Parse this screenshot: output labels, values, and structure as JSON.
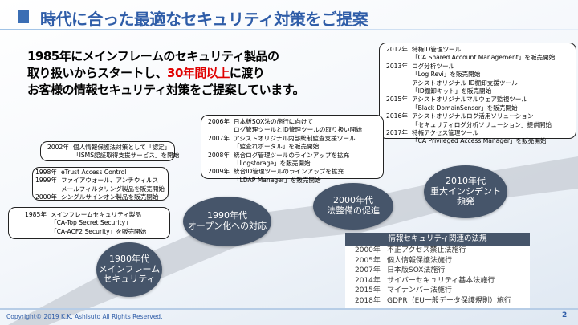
{
  "header": {
    "title": "時代に合った最適なセキュリティ対策をご提案"
  },
  "intro": {
    "line1": "1985年にメインフレームのセキュリティ製品の",
    "line2_pre": "取り扱いからスタートし、",
    "line2_red": "30年間以上",
    "line2_post": "に渡り",
    "line3": "お客様の情報セキュリティ対策をご提案しています。"
  },
  "box_2012": [
    {
      "year": "2012年",
      "text": "特権ID管理ツール"
    },
    {
      "year": "",
      "text": "「CA Shared Account Management」を販売開始"
    },
    {
      "year": "2013年",
      "text": "ログ分析ツール"
    },
    {
      "year": "",
      "text": "「Log Revi」を販売開始"
    },
    {
      "year": "",
      "text": " アシストオリジナル ID棚卸支援ツール"
    },
    {
      "year": "",
      "text": "「ID棚卸キット」を販売開始"
    },
    {
      "year": "2015年",
      "text": "アシストオリジナルマルウェア監視ツール"
    },
    {
      "year": "",
      "text": "「Black DomainSensor」を販売開始"
    },
    {
      "year": "2016年",
      "text": "アシストオリジナルログ活用ソリューション"
    },
    {
      "year": "",
      "text": "「セキュリティログ分析ソリューション」提供開始"
    },
    {
      "year": "2017年",
      "text": "特権アクセス管理ツール"
    },
    {
      "year": "",
      "text": "「CA Privileged Access Manager」を販売開始"
    }
  ],
  "box_2006": [
    {
      "year": "2006年",
      "text": "日本版SOX法の施行に向けて"
    },
    {
      "year": "",
      "text": "ログ管理ツールとID管理ツールの取り扱い開始"
    },
    {
      "year": "2007年",
      "text": "アシストオリジナル内部統制監査支援ツール"
    },
    {
      "year": "",
      "text": "「監査れポータル」を販売開始"
    },
    {
      "year": "2008年",
      "text": "統合ログ管理ツールのラインアップを拡充"
    },
    {
      "year": "",
      "text": "「Logstorage」を販売開始"
    },
    {
      "year": "2009年",
      "text": "統合ID管理ツールのラインアップを拡充"
    },
    {
      "year": "",
      "text": "「LDAP Manager」を販売開始"
    }
  ],
  "box_2002": [
    {
      "year": "2002年",
      "text": "個人情報保護法対策として「認定」"
    },
    {
      "year": "",
      "text": "「ISMS認証取得支援サービス」を開始"
    }
  ],
  "box_1998": [
    {
      "year": "1998年",
      "text": "eTrust Access Control"
    },
    {
      "year": "1999年",
      "text": "ファイアウォール、アンチウィルス"
    },
    {
      "year": "",
      "text": "メールフィルタリング製品を販売開始"
    },
    {
      "year": "2000年",
      "text": "シングルサインオン製品を販売開始"
    }
  ],
  "box_1985": [
    {
      "year": "1985年",
      "text": "メインフレームセキュリティ製品"
    },
    {
      "year": "",
      "text": "「CA-Top Secret Security」"
    },
    {
      "year": "",
      "text": "「CA-ACF2 Security」を販売開始"
    }
  ],
  "eras": [
    {
      "decade": "1980年代",
      "l1": "メインフレーム",
      "l2": "セキュリティ"
    },
    {
      "decade": "1990年代",
      "l1": "オープン化への対応",
      "l2": ""
    },
    {
      "decade": "2000年代",
      "l1": "法整備の促進",
      "l2": ""
    },
    {
      "decade": "2010年代",
      "l1": "重大インシデント",
      "l2": "頻発"
    }
  ],
  "laws": {
    "title": "情報セキュリティ関連の法規",
    "rows": [
      {
        "year": "2000年",
        "text": "不正アクセス禁止法施行"
      },
      {
        "year": "2005年",
        "text": "個人情報保護法施行"
      },
      {
        "year": "2007年",
        "text": "日本版SOX法施行"
      },
      {
        "year": "2014年",
        "text": "サイバーセキュリティ基本法施行"
      },
      {
        "year": "2015年",
        "text": "マイナンバー法施行"
      },
      {
        "year": "2018年",
        "text": "GDPR（EU一般データ保護規則）施行"
      }
    ]
  },
  "footer": {
    "copyright": "Copyright© 2019 K.K. Ashisuto All Rights Reserved.",
    "page": "2"
  },
  "colors": {
    "accent": "#2f5da8",
    "circle": "#46556a",
    "highlight": "#e00000"
  }
}
